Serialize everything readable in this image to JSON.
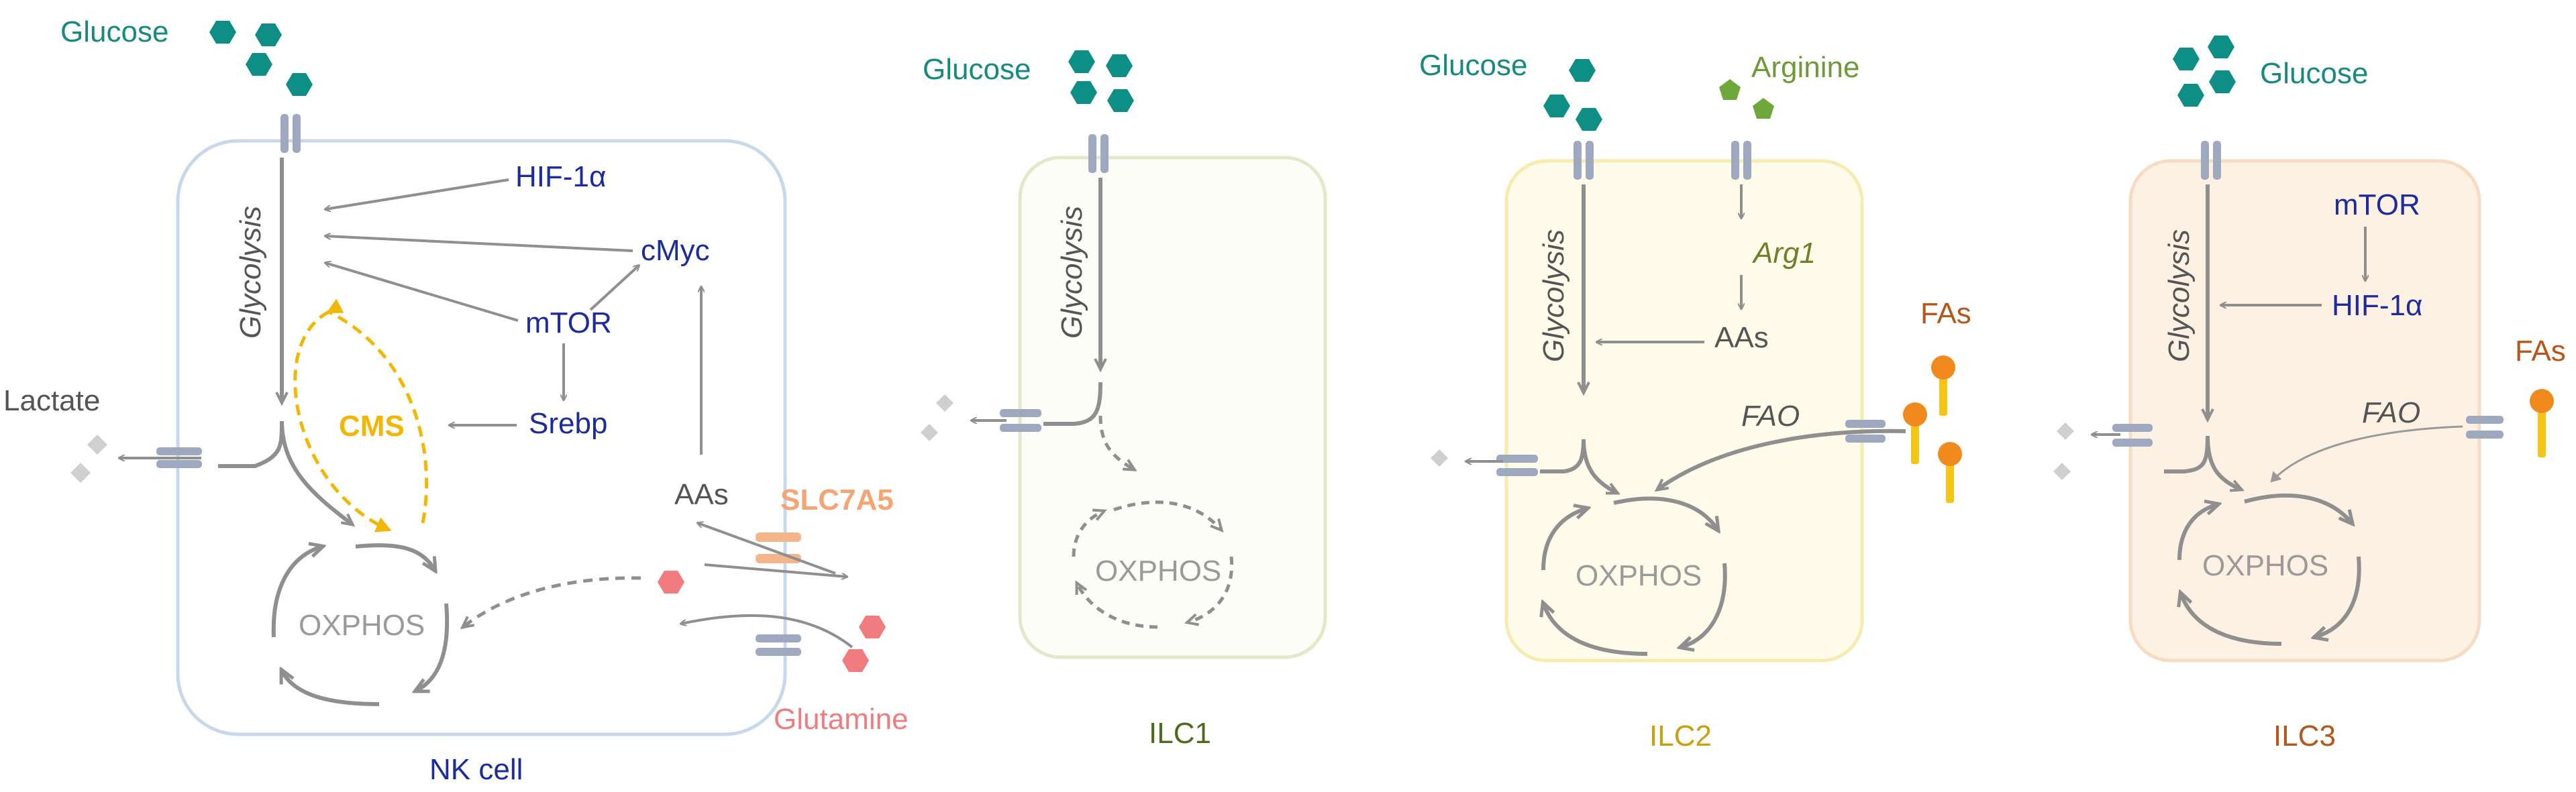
{
  "panels": [
    {
      "name": "NK cell",
      "labels": {
        "glucose": "Glucose",
        "glycolysis": "Glycolysis",
        "lactate": "Lactate",
        "hif": "HIF-1α",
        "cmyc": "cMyc",
        "mtor": "mTOR",
        "srebp": "Srebp",
        "cms": "CMS",
        "aas": "AAs",
        "slc": "SLC7A5",
        "oxphos": "OXPHOS",
        "glutamine": "Glutamine"
      }
    },
    {
      "name": "ILC1",
      "labels": {
        "glucose": "Glucose",
        "glycolysis": "Glycolysis",
        "oxphos": "OXPHOS"
      }
    },
    {
      "name": "ILC2",
      "labels": {
        "glucose": "Glucose",
        "arginine": "Arginine",
        "glycolysis": "Glycolysis",
        "arg1": "Arg1",
        "aas": "AAs",
        "fas": "FAs",
        "fao": "FAO",
        "oxphos": "OXPHOS"
      }
    },
    {
      "name": "ILC3",
      "labels": {
        "glucose": "Glucose",
        "glycolysis": "Glycolysis",
        "mtor": "mTOR",
        "hif": "HIF-1α",
        "fas": "FAs",
        "fao": "FAO",
        "oxphos": "OXPHOS"
      }
    }
  ],
  "colors": {
    "glucose": "#0e8f86",
    "glutamine": "#f07c80",
    "arginine": "#6fa83a",
    "fatty_acid_head": "#f08a1e",
    "fatty_acid_tail": "#f5c518",
    "cms_arrow": "#f2b705",
    "slc_transporter": "#f4b58a",
    "transporter": "#9ea9bf",
    "arrow": "#8f8f8f",
    "nk_cell_fill": "#ffffff",
    "nk_cell_border": "#c9d7ea",
    "ilc1_fill": "#fdfdf8",
    "ilc1_border": "#e2e8c8",
    "ilc2_fill": "#fffbea",
    "ilc2_border": "#f7ebb0",
    "ilc3_fill": "#fdf1e4",
    "ilc3_border": "#f5dcc2"
  }
}
